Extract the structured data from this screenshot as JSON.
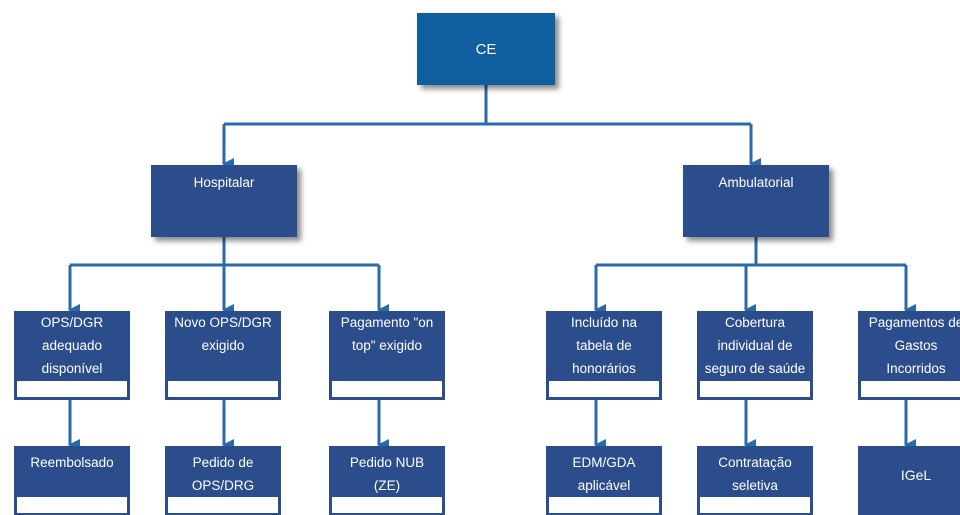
{
  "colors": {
    "box_dark": "#2b4d8c",
    "box_root": "#0f5e9f",
    "connector": "#2a6aa8",
    "text": "#ffffff"
  },
  "root": {
    "label": "CE"
  },
  "branches": [
    {
      "label": "Hospitalar",
      "criteria": [
        {
          "lines": [
            "OPS/DGR",
            "adequado",
            "disponível"
          ],
          "outcome": [
            "Reembolsado"
          ]
        },
        {
          "lines": [
            "Novo OPS/DGR",
            "exigido"
          ],
          "outcome": [
            "Pedido de",
            "OPS/DRG"
          ]
        },
        {
          "lines": [
            "Pagamento \"on",
            "top\" exigido"
          ],
          "outcome": [
            "Pedido NUB",
            "(ZE)"
          ]
        }
      ]
    },
    {
      "label": "Ambulatorial",
      "criteria": [
        {
          "lines": [
            "Incluído na",
            "tabela de",
            "honorários"
          ],
          "outcome": [
            "EDM/GDA",
            "aplicável"
          ]
        },
        {
          "lines": [
            "Cobertura",
            "individual de",
            "seguro de saúde"
          ],
          "outcome": [
            "Contratação",
            "seletiva"
          ]
        },
        {
          "lines": [
            "Pagamentos de",
            "Gastos",
            "Incorridos"
          ],
          "outcome": [
            "IGeL"
          ]
        }
      ]
    }
  ]
}
